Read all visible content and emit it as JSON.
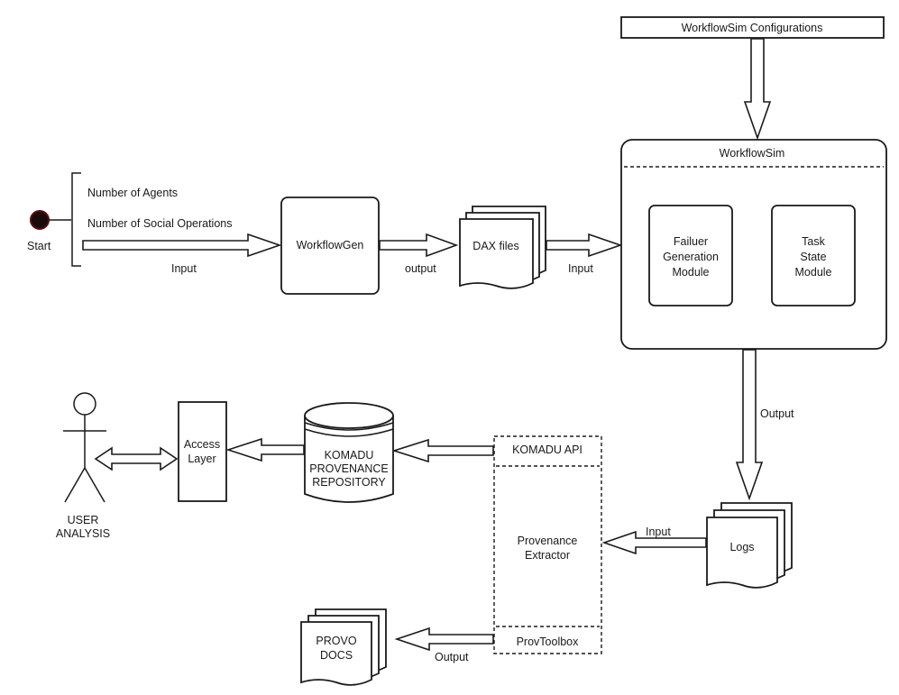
{
  "start": {
    "label": "Start"
  },
  "inputs": {
    "agents": "Number of Agents",
    "social_ops": "Number of Social Operations"
  },
  "edges": {
    "start_input": "Input",
    "gen_output": "output",
    "dax_input": "Input",
    "sim_output": "Output",
    "logs_input": "Input",
    "toolbox_output": "Output"
  },
  "workflowgen": {
    "label": "WorkflowGen"
  },
  "dax": {
    "label": "DAX files"
  },
  "config": {
    "label": "WorkflowSim Configurations"
  },
  "workflowsim": {
    "title": "WorkflowSim",
    "failure_module": [
      "Failuer",
      "Generation",
      "Module"
    ],
    "task_module": [
      "Task",
      "State",
      "Module"
    ]
  },
  "logs": {
    "label": "Logs"
  },
  "extractor": {
    "api": "KOMADU API",
    "extractor": [
      "Provenance",
      "Extractor"
    ],
    "toolbox": "ProvToolbox"
  },
  "repository": {
    "label": [
      "KOMADU",
      "PROVENANCE",
      "REPOSITORY"
    ]
  },
  "access_layer": {
    "label": [
      "Access",
      "Layer"
    ]
  },
  "user": {
    "label": [
      "USER",
      "ANALYSIS"
    ]
  },
  "provo": {
    "label": [
      "PROVO",
      "DOCS"
    ]
  }
}
